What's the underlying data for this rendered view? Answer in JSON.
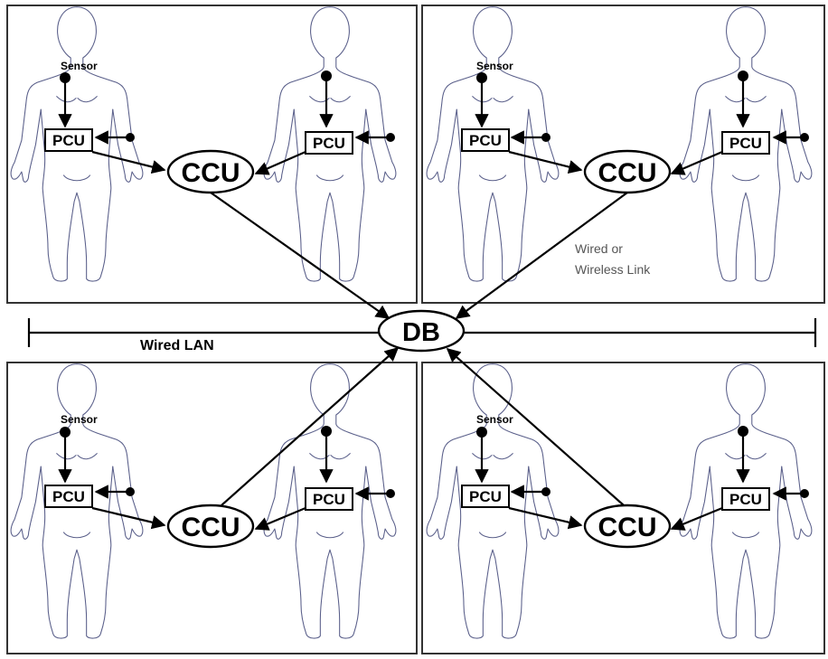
{
  "diagram": {
    "sensor_label": "Sensor",
    "pcu_label": "PCU",
    "ccu_label": "CCU",
    "db_label": "DB",
    "lan_label": "Wired LAN",
    "link_label_line1": "Wired or",
    "link_label_line2": "Wireless Link"
  },
  "panels": [
    {
      "name": "panel-top-left",
      "show_sensor_label": true,
      "show_link_label": false
    },
    {
      "name": "panel-top-right",
      "show_sensor_label": true,
      "show_link_label": true
    },
    {
      "name": "panel-bottom-left",
      "show_sensor_label": true,
      "show_link_label": false
    },
    {
      "name": "panel-bottom-right",
      "show_sensor_label": true,
      "show_link_label": false
    }
  ]
}
